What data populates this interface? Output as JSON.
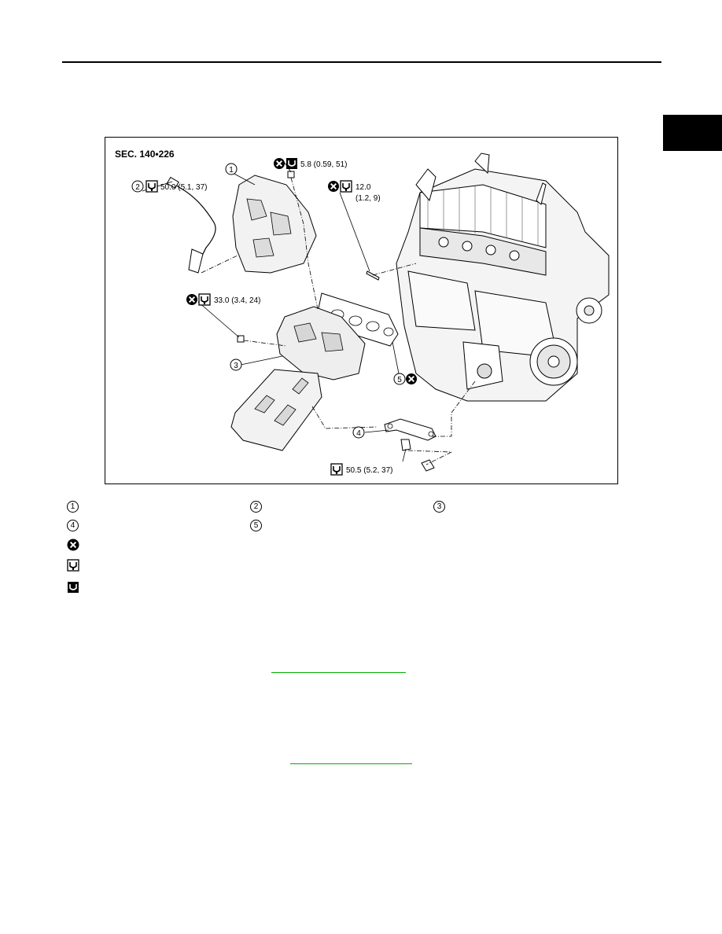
{
  "figure": {
    "section_label": "SEC. 140•226",
    "callouts": {
      "c1": "1",
      "c2": "2",
      "c3": "3",
      "c4": "4",
      "c5": "5"
    },
    "torques": {
      "nut_top": "5.8 (0.59, 51)",
      "sensor": "50.0 (5.1, 37)",
      "stud_line1": "12.0",
      "stud_line2": "(1.2, 9)",
      "nut_left": "33.0 (3.4, 24)",
      "bracket_bolt": "50.5 (5.2, 37)"
    }
  },
  "legend": {
    "items": [
      "1",
      "2",
      "3",
      "4",
      "5"
    ],
    "symbols": [
      "do-not-reuse-icon",
      "tightening-torque-icon",
      "tightening-torque-lb-in-icon"
    ]
  },
  "colors": {
    "link": "#00b000"
  }
}
